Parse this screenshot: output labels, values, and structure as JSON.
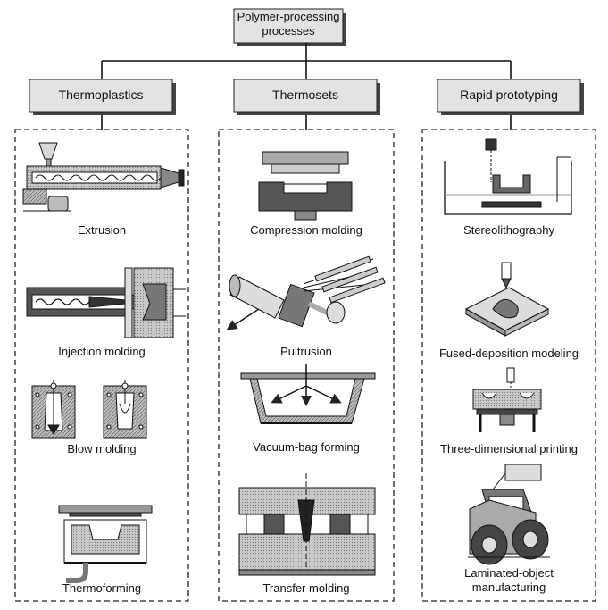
{
  "root": {
    "label": "Polymer-processing processes"
  },
  "categories": [
    {
      "id": "thermoplastics",
      "header": "Thermoplastics",
      "processes": [
        "Extrusion",
        "Injection molding",
        "Blow molding",
        "Thermoforming"
      ]
    },
    {
      "id": "thermosets",
      "header": "Thermosets",
      "processes": [
        "Compression molding",
        "Pultrusion",
        "Vacuum-bag forming",
        "Transfer molding"
      ]
    },
    {
      "id": "rapid-prototyping",
      "header": "Rapid prototyping",
      "processes": [
        "Stereolithography",
        "Fused-deposition modeling",
        "Three-dimensional printing",
        "Laminated-object manufacturing"
      ]
    }
  ]
}
